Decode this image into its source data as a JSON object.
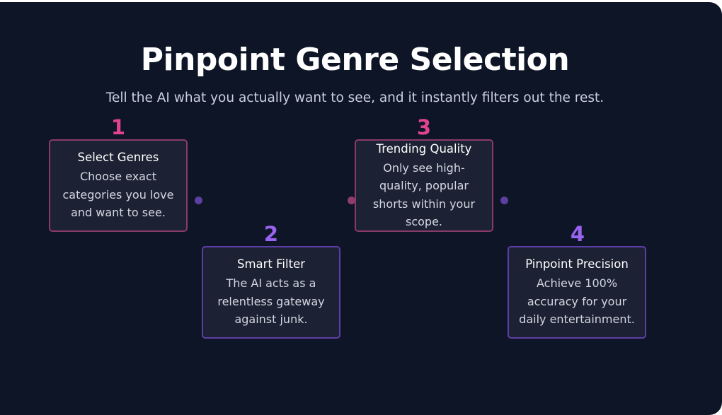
{
  "title": "Pinpoint Genre Selection",
  "subtitle": "Tell the AI what you actually want to see, and it instantly filters out the rest.",
  "steps": [
    {
      "number": "1",
      "title": "Select Genres",
      "body": "Choose exact categories you love and want to see."
    },
    {
      "number": "2",
      "title": "Smart Filter",
      "body": "The AI acts as a relentless gateway against junk."
    },
    {
      "number": "3",
      "title": "Trending Quality",
      "body": "Only see high-quality, popular shorts within your scope."
    },
    {
      "number": "4",
      "title": "Pinpoint Precision",
      "body": "Achieve 100% accuracy for your daily entertainment."
    }
  ],
  "colors": {
    "background": "#0e1527",
    "card": "#1c2233",
    "pink_accent": "#e0438f",
    "purple_accent": "#9a63f0"
  }
}
